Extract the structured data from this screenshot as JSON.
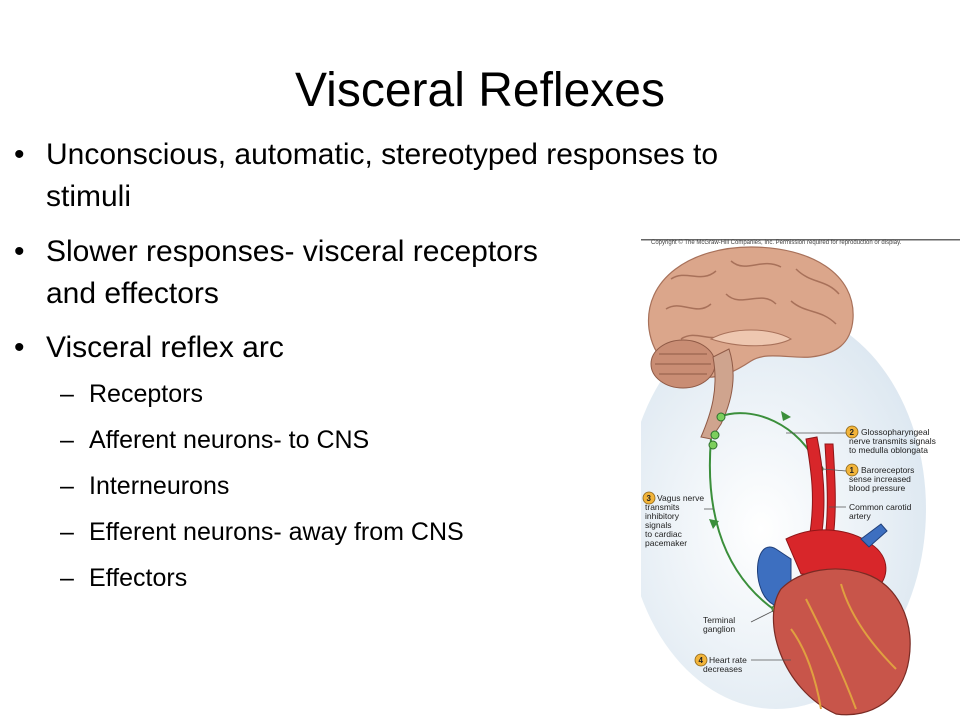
{
  "slide": {
    "title": "Visceral Reflexes",
    "bullets": [
      "Unconscious, automatic, stereotyped responses to",
      "stimuli",
      "Slower responses- visceral receptors",
      "and effectors",
      "Visceral reflex arc"
    ],
    "subbullets": [
      "Receptors",
      "Afferent neurons- to CNS",
      "Interneurons",
      "Efferent neurons- away from CNS",
      "Effectors"
    ],
    "bullet_glyph": "•",
    "dash_glyph": "–"
  },
  "figure": {
    "copyright": "Copyright © The McGraw-Hill Companies, Inc. Permission required for reproduction or display.",
    "labels": {
      "step1": [
        "Baroreceptors",
        "sense increased",
        "blood pressure"
      ],
      "step2": [
        "Glossopharyngeal",
        "nerve transmits signals",
        "to medulla oblongata"
      ],
      "step3": [
        "Vagus nerve",
        "transmits",
        "inhibitory",
        "signals",
        "to cardiac",
        "pacemaker"
      ],
      "step4": [
        "Heart rate",
        "decreases"
      ],
      "carotid": [
        "Common carotid",
        "artery"
      ],
      "ganglion": [
        "Terminal",
        "ganglion"
      ]
    },
    "step_numbers": [
      "1",
      "2",
      "3",
      "4"
    ],
    "colors": {
      "brain": "#d9a58a",
      "nerve": "#3b8f3b",
      "artery": "#d8262a",
      "vein": "#3d6fc0",
      "heart": "#c8554a",
      "badge": "#f2b43a",
      "background": "#dde8f1"
    }
  }
}
